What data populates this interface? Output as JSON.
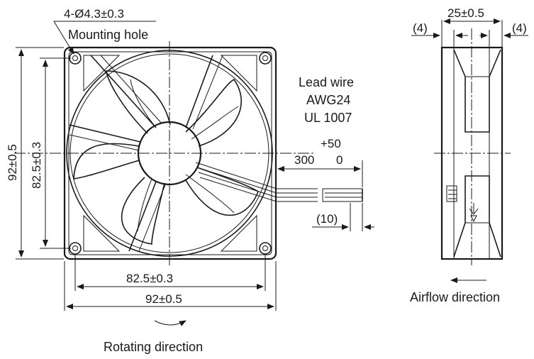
{
  "front_view": {
    "mounting_hole_dim": "4-Ø4.3±0.3",
    "mounting_hole_label": "Mounting hole",
    "height_overall": "92±0.5",
    "height_pitch": "82.5±0.3",
    "width_pitch": "82.5±0.3",
    "width_overall": "92±0.5",
    "rotating_label": "Rotating direction"
  },
  "lead_wire": {
    "title": "Lead wire",
    "gauge": "AWG24",
    "standard": "UL 1007",
    "length": "300",
    "tol_plus": "+50",
    "tol_minus": "0",
    "strip_length": "(10)"
  },
  "side_view": {
    "depth": "25±0.5",
    "flange_left": "(4)",
    "flange_right": "(4)",
    "airflow_label": "Airflow direction"
  }
}
